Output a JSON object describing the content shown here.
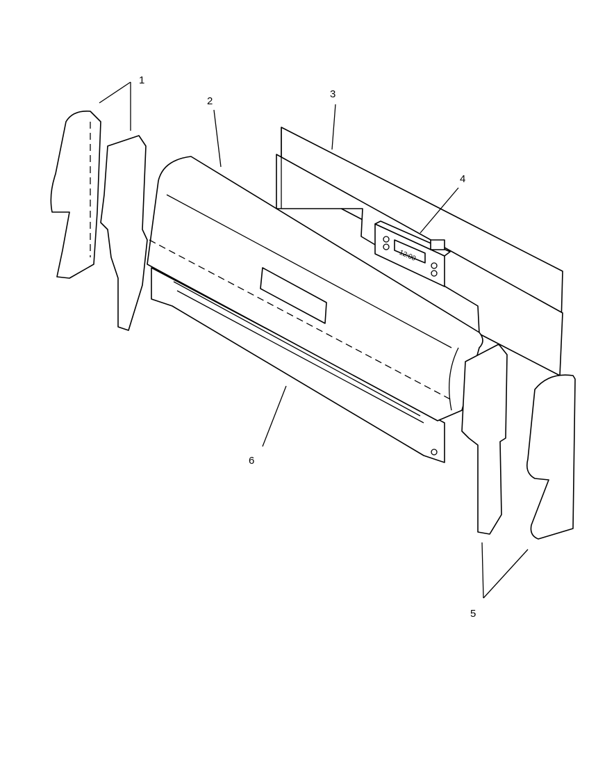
{
  "diagram": {
    "callouts": [
      {
        "id": "1",
        "label": "1"
      },
      {
        "id": "2",
        "label": "2"
      },
      {
        "id": "3",
        "label": "3"
      },
      {
        "id": "4",
        "label": "4"
      },
      {
        "id": "5",
        "label": "5"
      },
      {
        "id": "6",
        "label": "6"
      }
    ],
    "clock_display": "12:00"
  }
}
